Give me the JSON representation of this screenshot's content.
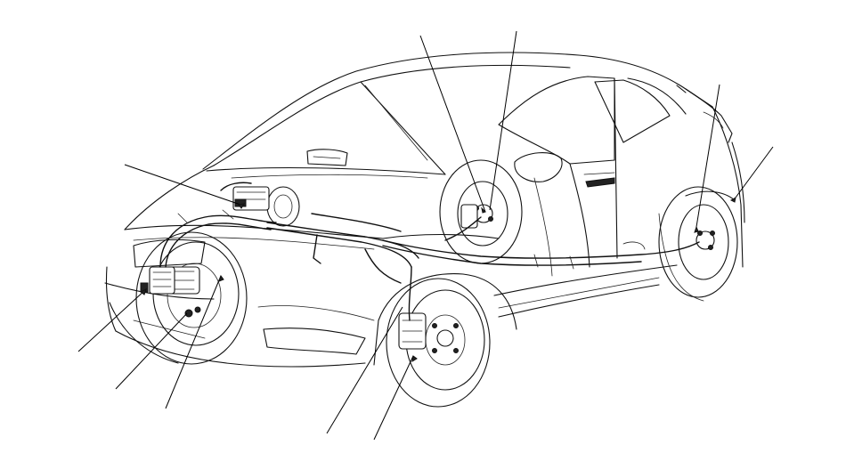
{
  "figure": {
    "kind": "brake system component location line drawing",
    "colors": {
      "line": "#111111",
      "background": "#ffffff"
    },
    "callouts": [
      {
        "name": "master-cylinder-callout"
      },
      {
        "name": "right-rear-caliper-top-callout"
      },
      {
        "name": "right-rear-wheel-sensor-callout"
      },
      {
        "name": "right-rear-upper-callout"
      },
      {
        "name": "rear-corner-callout"
      },
      {
        "name": "front-left-hose-callout"
      },
      {
        "name": "front-left-caliper-callout"
      },
      {
        "name": "front-left-sensor-callout"
      },
      {
        "name": "front-right-line-callout"
      },
      {
        "name": "front-right-caliper-callout"
      }
    ]
  }
}
